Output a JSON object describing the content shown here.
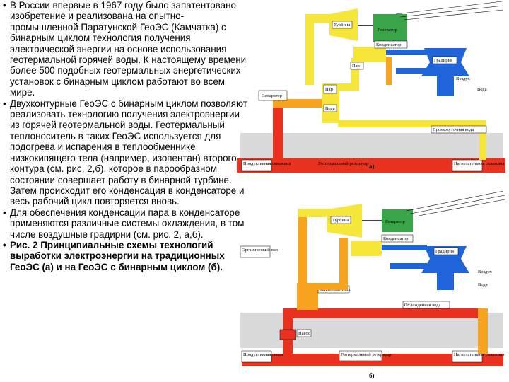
{
  "text": {
    "bullets": [
      {
        "marker": "•",
        "bold": false,
        "text": "В России впервые  в 1967 году было запатентовано изобретение и реализована на опытно-промышленной Паратунской ГеоЭС (Камчатка) с бинарным циклом технология получения электрической энергии на основе использования геотермальной горячей воды. К настоящему времени более 500 подобных геотермальных энергетических установок с бинарным циклом работают во всем мире."
      },
      {
        "marker": "•",
        "bold": false,
        "text": "Двухконтурные ГеоЭС с бинарным циклом позволяют реализовать технологию получения электроэнергии из горячей геотермальной воды. Геотермальный теплоноситель в таких ГеоЭС используется для подогрева и испарения в теплообменнике низкокипящего тела (например, изопентан) второго контура (см. рис. 2,б), которое в парообразном состоянии совершает работу в бинарной турбине. Затем происходит его конденсация в конденсаторе и весь рабочий цикл повторяется вновь."
      },
      {
        "marker": "•",
        "bold": false,
        "text": "Для обеспечения конденсации пара в конденсаторе применяются различные системы охлаждения, в том числе воздушные градирни (см. рис. 2, а,б)."
      },
      {
        "marker": "•",
        "bold": true,
        "text": "Рис. 2 Принципиальные схемы технологий выработки электроэнергии на традиционных ГеоЭС (а) и на ГеоЭС с бинарным циклом (б)."
      }
    ]
  },
  "diagram_a": {
    "turbine": "Турбина",
    "generator": "Генератор",
    "condenser": "Конденсатор",
    "cooling_tower": "Градирня",
    "steam": "Пар",
    "steam2": "Пар",
    "water": "Вода",
    "separator": "Сепаратор",
    "air": "Воздух",
    "water_out": "Вода",
    "production_well": "Продуктивная скважина",
    "reservoir": "Геотермальный резервуар",
    "injection_well": "Нагнетательная скважина",
    "used_water": "Промежуточная вода",
    "caption": "а)"
  },
  "diagram_b": {
    "turbine": "Турбина",
    "generator": "Генератор",
    "condenser": "Конденсатор",
    "cooling_tower": "Градирня",
    "organic_steam": "Органический пар",
    "air": "Воздух",
    "water_out": "Вода",
    "heat_exchanger": "Теплообменник",
    "cooled_water": "Охлажденная вода",
    "pump": "Насос",
    "production_well": "Продуктивная скважина",
    "reservoir": "Геотермальный резервуар",
    "injection_well": "Нагнетательная скважина",
    "caption": "б)"
  },
  "colors": {
    "yellow": "#f6e63a",
    "orange": "#f7a51e",
    "red": "#e8321f",
    "green": "#3aa548",
    "blue": "#1f64d8",
    "ground": "#d9d9d9"
  }
}
